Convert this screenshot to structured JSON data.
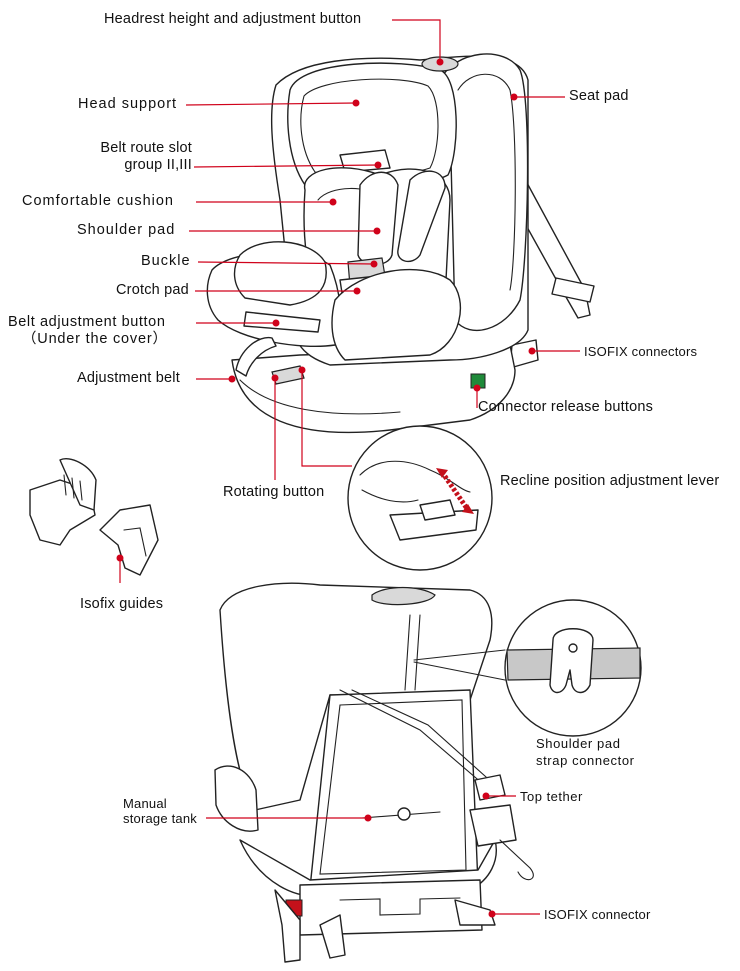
{
  "labels": {
    "headrest": "Headrest height and adjustment button",
    "head_support": "Head support",
    "belt_route_1": "Belt route slot",
    "belt_route_2": "group II,III",
    "cushion": "Comfortable  cushion",
    "shoulder_pad": "Shoulder pad",
    "buckle": "Buckle",
    "crotch_pad": "Crotch pad",
    "belt_adj_1": "Belt adjustment button",
    "belt_adj_2": "（Under the cover）",
    "adjustment_belt": "Adjustment belt",
    "seat_pad": "Seat pad",
    "isofix_connectors": "ISOFIX connectors",
    "connector_release": "Connector release buttons",
    "rotating_button": "Rotating button",
    "recline_lever": "Recline position adjustment lever",
    "isofix_guides": "Isofix guides",
    "strap_connector_1": "Shoulder pad",
    "strap_connector_2": "strap connector",
    "top_tether": "Top tether",
    "manual_storage_1": "Manual",
    "manual_storage_2": "storage tank",
    "isofix_connector": "ISOFIX connector"
  },
  "colors": {
    "leader": "#d0021b",
    "line_art": "#222222",
    "accent_green": "#1f8a3a",
    "accent_red": "#c4111b",
    "strap_gray": "#d9d9d9"
  }
}
